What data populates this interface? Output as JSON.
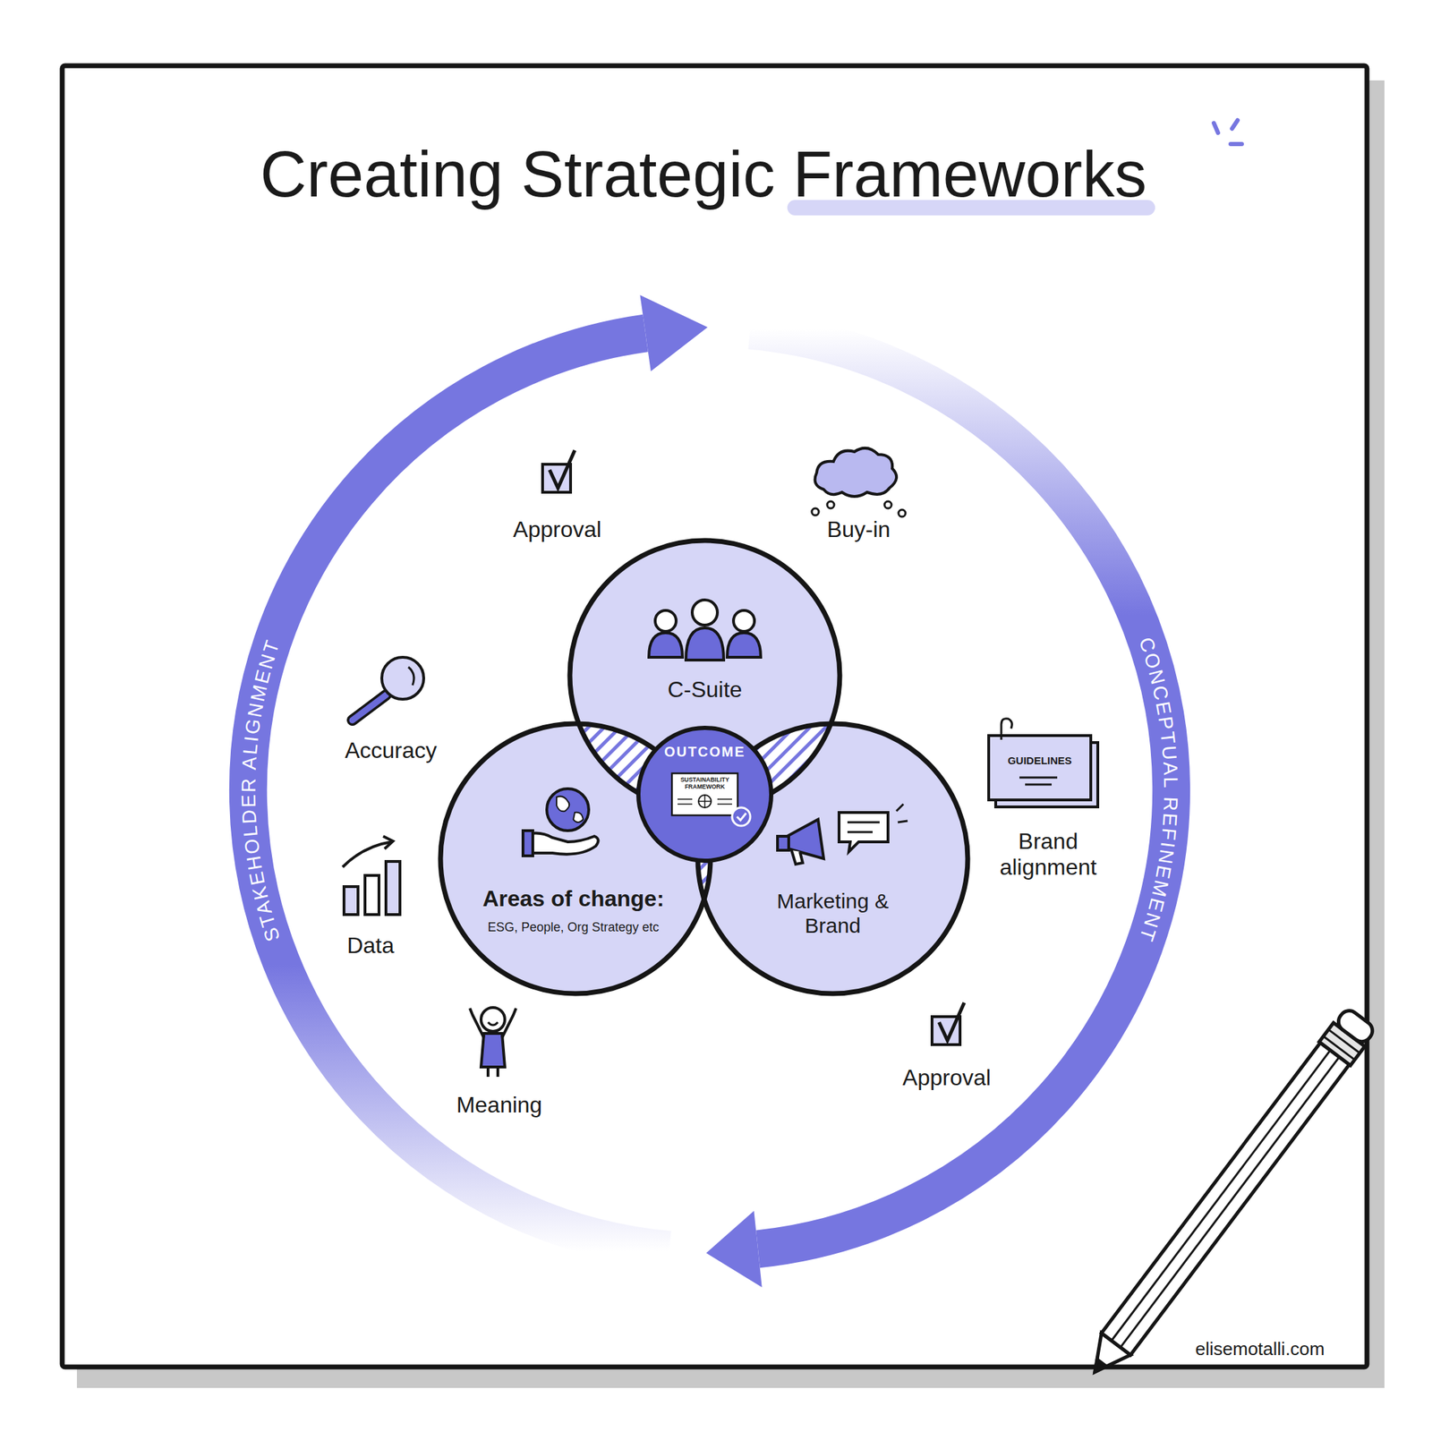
{
  "diagram": {
    "title": "Creating Strategic Frameworks",
    "nodes": [
      {
        "text": [
          "C-Suite"
        ]
      },
      {
        "text": [
          "Areas of change:",
          "ESG, People, Org Strategy etc"
        ]
      },
      {
        "text": [
          "OUTCOME",
          "SUSTAINABILITY FRAMEWORK"
        ]
      },
      {
        "text": [
          "Marketing & Brand"
        ]
      }
    ],
    "labels": [
      "STAKEHOLDER ALIGNMENT",
      "Approval",
      "Buy-in",
      "Accuracy",
      "Data",
      "Meaning",
      "CONCEPTUAL REFINEMENT",
      "GUIDELINES",
      "Brand alignment",
      "Approval",
      "elisemotalli.com"
    ]
  }
}
